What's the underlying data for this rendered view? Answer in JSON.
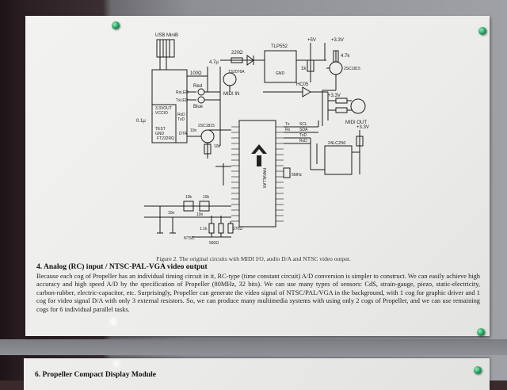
{
  "poster": {
    "figure_caption": "Figure 2. The original circuits with MIDI I/O, audio D/A and NTSC video output.",
    "section_title": "4. Analog (RC) input / NTSC-PAL-VGA video output",
    "section_body": "Because each cog of Propeller has an individual timing circuit in it, RC-type (time constant circuit) A/D conversion is simpler to construct. We can easily achieve high accuracy and high speed A/D by the specification of Propeller (80MHz, 32 bits). We can use many types of sensors: CdS, strain-gauge, piezo, static-electricity, carbon-rubber, electric-capacitor, etc. Surprisingly, Propeller can generate the video signal of NTSC/PAL/VGA in the background, with 1 cog for graphic driver and 1 cog for video signal D/A with only 3 external resistors. So, we can produce many multimedia systems with using only 2 cogs of Propeller, and we can use remaining cogs for 6 individual parallel tasks."
  },
  "next_poster": {
    "section_title": "6. Propeller Compact Display Module"
  },
  "schematic_labels": {
    "usb_mini_b": "USB MiniB",
    "r220": "220Ω",
    "diode": "1S2076A",
    "optocoupler": "TLP552",
    "plus5v": "+5V",
    "plus3v3_a": "+3.3V",
    "r1k": "1k",
    "r47k": "4.7k",
    "transistor_midi": "2SC1815",
    "cap47": "4.7μ",
    "r100": "100Ω",
    "midi_in": "MIDI IN",
    "gnd": "GND",
    "red": "Red",
    "rxled": "RxLED",
    "txled": "TxLED",
    "blue": "Blue",
    "c01": "0.1μ",
    "ft232rq": "FT232RQ",
    "v33out": "3.3VOUT",
    "vccio": "VCCIO",
    "test": "TEST",
    "gnd2": "GND",
    "dtr": "DTR",
    "rxd": "RxD",
    "txd": "TxD",
    "transistor_reset": "2SC1815",
    "c10n": "10n",
    "r10k": "10k",
    "hc05": "HC05",
    "plus3v3_b": "+3.3V",
    "midi_out": "MIDI OUT",
    "eeprom": "24LC256",
    "plus3v3_c": "+3.3V",
    "propeller": "PARALLAX",
    "xtal": "5MHz",
    "r10k_b": "10k",
    "r10k_c": "10k",
    "c10n_b": "10n",
    "c10n_c": "10n",
    "r1k1": "1.1k",
    "r560": "560Ω",
    "r270": "270Ω",
    "ntsc": "NTSC",
    "scl": "SCL",
    "sda": "SDA",
    "txd2": "TxD",
    "rxd2": "RxD",
    "tx_b": "Tx",
    "rx_b": "Rx"
  },
  "colors": {
    "pin_green": "#1d9a58",
    "paper": "#f0f0ee",
    "wall": "#9fa1a6",
    "board_dark": "#2a1e22"
  }
}
